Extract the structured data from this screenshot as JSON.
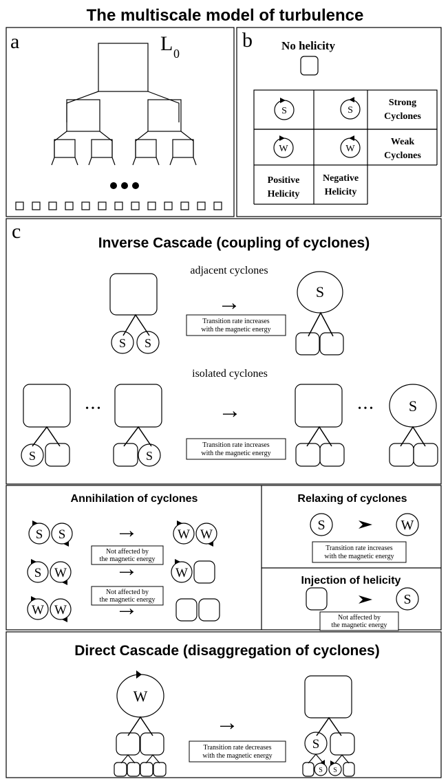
{
  "title": "The multiscale model of turbulence",
  "panel_a": {
    "letter": "a",
    "scale_label": "L",
    "scale_subscript": "0"
  },
  "panel_b": {
    "letter": "b",
    "no_helicity": "No helicity",
    "strong_cyclones": [
      "Strong",
      "Cyclones"
    ],
    "weak_cyclones": [
      "Weak",
      "Cyclones"
    ],
    "positive_helicity": [
      "Positive",
      "Helicity"
    ],
    "negative_helicity": [
      "Negative",
      "Helicity"
    ]
  },
  "panel_c": {
    "letter": "c",
    "inverse_title": "Inverse Cascade (coupling of cyclones)",
    "adjacent_label": "adjacent cyclones",
    "isolated_label": "isolated cyclones",
    "rate_increases": [
      "Transition rate increases",
      "with the magnetic energy"
    ],
    "rate_decreases": [
      "Transition rate decreases",
      "with the magnetic energy"
    ],
    "not_affected": [
      "Not affected by",
      "the magnetic energy"
    ],
    "annihilation_title": "Annihilation of cyclones",
    "relaxing_title": "Relaxing of cyclones",
    "injection_title": "Injection of helicity",
    "direct_title": "Direct Cascade (disaggregation of cyclones)"
  },
  "symbols": {
    "strong": "S",
    "weak": "W",
    "arrow": "→",
    "ellipsis": "• • •"
  }
}
